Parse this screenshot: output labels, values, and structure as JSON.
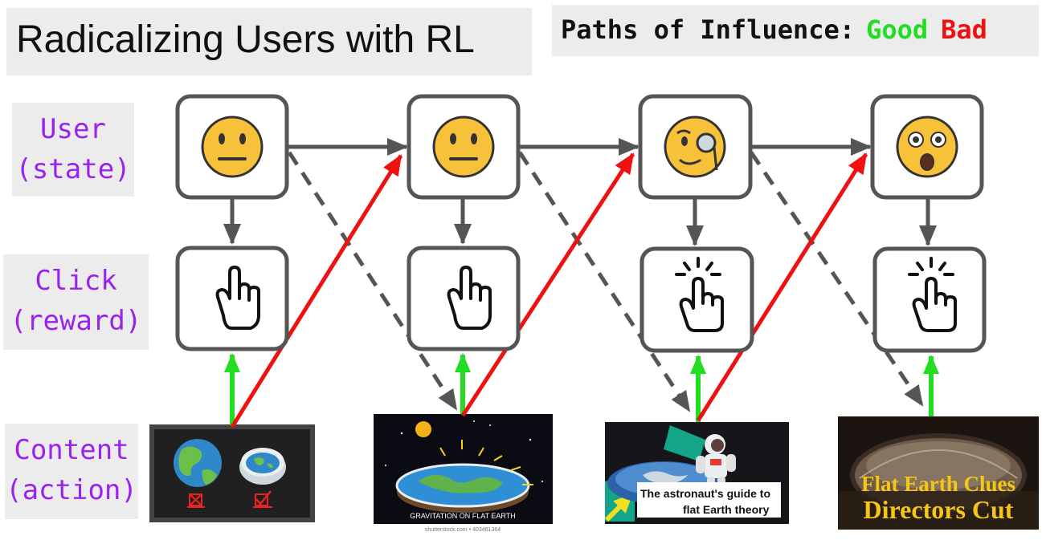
{
  "title": "Radicalizing Users with RL",
  "legend": {
    "label": "Paths of Influence:",
    "good": "Good",
    "bad": "Bad",
    "good_color": "#22dd22",
    "bad_color": "#ee1111"
  },
  "rows": {
    "user": {
      "line1": "User",
      "line2": "(state)"
    },
    "click": {
      "line1": "Click",
      "line2": "(reward)"
    },
    "content": {
      "line1": "Content",
      "line2": "(action)"
    }
  },
  "user_states": [
    {
      "icon": "neutral-face-icon"
    },
    {
      "icon": "neutral-face-icon"
    },
    {
      "icon": "monocle-face-icon"
    },
    {
      "icon": "astonished-face-icon"
    }
  ],
  "clicks": [
    {
      "icon": "pointing-hand-icon",
      "clicked": false
    },
    {
      "icon": "pointing-hand-icon",
      "clicked": false
    },
    {
      "icon": "clicking-hand-icon",
      "clicked": true
    },
    {
      "icon": "clicking-hand-icon",
      "clicked": true
    }
  ],
  "contents": [
    {
      "icon": "globe-vs-flat-earth-icon"
    },
    {
      "caption": "GRAVITATION ON FLAT EARTH",
      "source": "shutterstock.com • 403461364"
    },
    {
      "caption_line1": "The astronaut's guide to",
      "caption_line2": "flat Earth theory"
    },
    {
      "caption_line1": "Flat Earth Clues",
      "caption_line2": "Directors Cut"
    }
  ]
}
